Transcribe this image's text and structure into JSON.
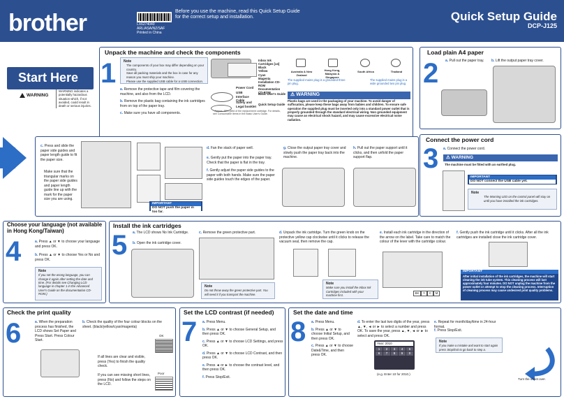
{
  "header": {
    "brand": "brother",
    "barcode_lines": [
      "LX6274040",
      "ARL/ASA/NZ/SAF",
      "Printed in China"
    ],
    "intro_line1": "Before you use the machine, read this Quick Setup Guide",
    "intro_line2": "for the correct setup and installation.",
    "title": "Quick Setup Guide",
    "model": "DCP-J125"
  },
  "start": {
    "label": "Start Here",
    "warning_label": "WARNING",
    "warning_text": "WARNING indicates a potentially hazardous situation which, if not avoided, could result in death or serious injuries."
  },
  "step1": {
    "title": "Unpack the machine and check the components",
    "num": "1",
    "note_label": "Note",
    "note_items": [
      "The components of your box may differ depending on your country.",
      "Save all packing materials and the box in case for any reason you must ship your machine.",
      "Please use the supplied USB cable for a USB connection."
    ],
    "steps": [
      {
        "l": "a.",
        "t": "Remove the protective tape and film covering the machine, and also from the LCD."
      },
      {
        "l": "b.",
        "t": "Remove the plastic bag containing the ink cartridges from on top of the paper tray."
      },
      {
        "l": "c.",
        "t": "Make sure you have all components."
      }
    ],
    "components": [
      "Inbox Ink Cartridges [x4]",
      "Black",
      "Yellow",
      "Cyan",
      "Magenta",
      "Installation CD-ROM",
      "Documentation CD-ROM"
    ],
    "power_cord": "Power Cord",
    "usb_cable": "USB Interface Cable",
    "basic_guide": "Basic User's Guide",
    "safety": "Safety and Legal booklet",
    "qsg": "Quick Setup Guide",
    "footnote": "* Approx. 65% yield of the replacement cartridge. For details, see Consumable items in the Basic User's Guide.",
    "regions": [
      "Australia & New Zealand",
      "Hong Kong, Malaysia & Singapore",
      "South Africa",
      "Thailand"
    ],
    "plug_note1": "The supplied mains plug is a grounded three pin plug.",
    "plug_note2": "The supplied mains plug is a wide grounded two pin plug.",
    "warn_label": "WARNING",
    "warn_text": "Plastic bags are used in the packaging of your machine. To avoid danger of suffocation, please keep these bags away from babies and children. To ensure safe operation the supplied plug must be inserted only into a standard power outlet that is properly grounded through the standard electrical wiring. Non grounded equipment may cause an electrical shock hazard, and may cause excessive electrical noise radiation."
  },
  "step2": {
    "title": "Load plain A4 paper",
    "num": "2",
    "a": "Pull out the paper tray.",
    "b": "Lift the output paper tray cover.",
    "c": "Press and slide the paper side guides and paper length guide to fit the paper size.",
    "c2": "Make sure that the triangular marks on the paper side guides and paper length guide line up with the mark for the paper size you are using.",
    "d": "Fan the stack of paper well.",
    "e": "Gently put the paper into the paper tray. Check that the paper is flat in the tray.",
    "f": "Gently adjust the paper side guides to the paper with both hands. Make sure the paper side guides touch the edges of the paper.",
    "imp_label": "IMPORTANT",
    "imp_text": "DO NOT push the paper in too far.",
    "g": "Close the output paper tray cover and slowly push the paper tray back into the machine.",
    "h": "Pull out the paper support until it clicks, and then unfold the paper support flap."
  },
  "step3": {
    "title": "Connect the power cord",
    "num": "3",
    "a": "Connect the power cord.",
    "warn_label": "WARNING",
    "warn_text": "The machine must be fitted with an earthed plug.",
    "imp_label": "IMPORTANT",
    "imp_text": "DO NOT connect the USB cable yet.",
    "note_label": "Note",
    "note_text": "The Warning LED on the control panel will stay on until you have installed the ink cartridges."
  },
  "step4": {
    "title": "Choose your language (not available in Hong Kong/Taiwan)",
    "num": "4",
    "a": "Press ▲ or ▼ to choose your language and press OK.",
    "b": "Press ▲ or ▼ to choose Yes or No and press OK.",
    "note_label": "Note",
    "note_text": "If you set the wrong language, you can change it again after setting the date and time. (For details see Changing LCD language in chapter 1 in the Advanced User's Guide on the documentation CD-ROM.)"
  },
  "step5": {
    "title": "Install the ink cartridges",
    "num": "5",
    "a": "The LCD shows No Ink Cartridge.",
    "b": "Open the ink cartridge cover.",
    "c": "Remove the green protective part.",
    "c_note_label": "Note",
    "c_note_text": "Do not throw away the green protective part. You will need it if you transport the machine.",
    "d": "Unpack the ink cartridge. Turn the green knob on the protective yellow cap clockwise until it clicks to release the vacuum seal, then remove the cap.",
    "d_note_label": "Note",
    "d_note_text": "Make sure you install the Inbox Ink Cartridges included with your machine first.",
    "e": "Install each ink cartridge in the direction of the arrow on the label. Take care to match the colour of the lever with the cartridge colour.",
    "colors": [
      "BK",
      "Y",
      "C",
      "M"
    ],
    "f": "Gently push the ink cartridge until it clicks. After all the ink cartridges are installed close the ink cartridge cover.",
    "imp_label": "IMPORTANT",
    "imp_text": "After initial installation of the ink cartridges, the machine will start cleaning the ink tube system. This cleaning process will last approximately four minutes. DO NOT unplug the machine from the power outlet or attempt to stop the cleaning process. Interruption of cleaning process may cause undesired print quality problems."
  },
  "step6": {
    "title": "Check the print quality",
    "num": "6",
    "a": "When the preparation process has finished, the LCD shows Set Paper and Press Start. Press Colour Start.",
    "b": "Check the quality of the four colour blocks on the sheet. (black/yellow/cyan/magenta)",
    "ok_label": "OK",
    "poor_label": "Poor",
    "b1": "If all lines are clear and visible, press (Yes) to finish the quality check.",
    "b2": "If you can see missing short lines, press (No) and follow the steps on the LCD."
  },
  "step7": {
    "title": "Set the LCD contrast (if needed)",
    "num": "7",
    "items": [
      {
        "l": "a.",
        "t": "Press Menu."
      },
      {
        "l": "b.",
        "t": "Press ▲ or ▼ to choose General Setup, and then press OK."
      },
      {
        "l": "c.",
        "t": "Press ▲ or ▼ to choose LCD Settings, and press OK."
      },
      {
        "l": "d.",
        "t": "Press ▲ or ▼ to choose LCD Contrast, and then press OK."
      },
      {
        "l": "e.",
        "t": "Press ◄ or ► to choose the contrast level, and then press OK."
      },
      {
        "l": "f.",
        "t": "Press Stop/Exit."
      }
    ]
  },
  "step8": {
    "title": "Set the date and time",
    "num": "8",
    "items": [
      {
        "l": "a.",
        "t": "Press Menu."
      },
      {
        "l": "b.",
        "t": "Press ▲ or ▼ to choose Initial Setup, and then press OK."
      },
      {
        "l": "c.",
        "t": "Press ▲ or ▼ to choose Date&Time, and then press OK."
      }
    ],
    "d": "To enter the last two digits of the year, press ▲, ▼, ◄ or ► to select a number and press OK. To save the year, press ▲, ▼, ◄ or ► to select and press OK.",
    "lcd_title": "Year: 2010",
    "keypad": [
      "1",
      "2",
      "3",
      "4",
      "5",
      "6",
      "7",
      "8",
      "9",
      "0"
    ],
    "example": "(e.g. Enter 10 for 2010.)",
    "e": "Repeat for month/day/time in 24-hour format.",
    "f": "Press Stop/Exit.",
    "note_label": "Note",
    "note_text": "If you make a mistake and want to start again press Stop/Exit to go back to step a.",
    "turn": "Turn the sheet over."
  }
}
